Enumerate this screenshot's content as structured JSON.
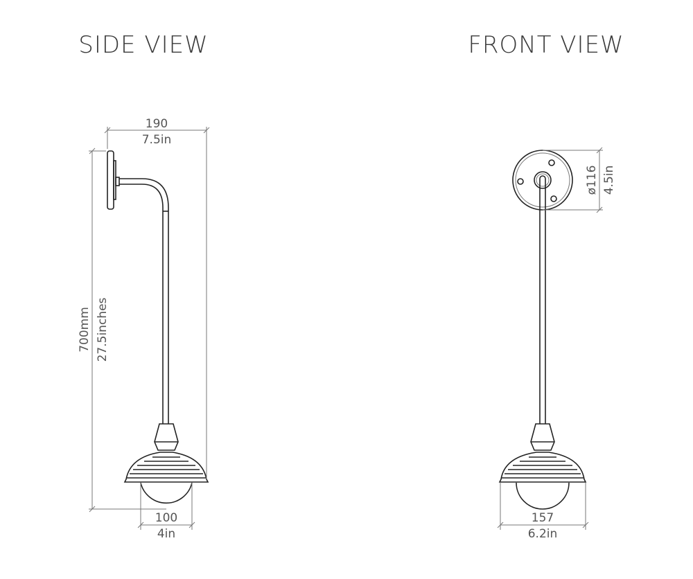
{
  "side_view": {
    "title": "SIDE VIEW",
    "width_mm": "190",
    "width_in": "7.5in",
    "height_mm": "700mm",
    "height_in": "27.5inches",
    "globe_mm": "100",
    "globe_in": "4in"
  },
  "front_view": {
    "title": "FRONT VIEW",
    "plate_mm": "ø116",
    "plate_in": "4.5in",
    "shade_mm": "157",
    "shade_in": "6.2in"
  }
}
